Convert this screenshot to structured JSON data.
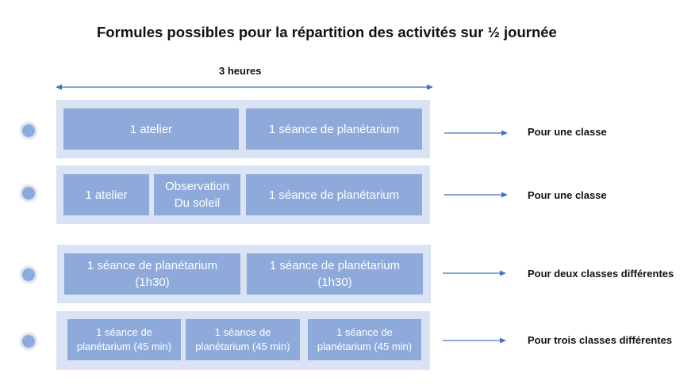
{
  "title": "Formules possibles pour la répartition des activités sur ½ journée",
  "duration_label": "3 heures",
  "colors": {
    "row_background": "#dae3f3",
    "box_fill": "#8eaadb",
    "arrow": "#4472c4"
  },
  "rows": [
    {
      "boxes": [
        {
          "line1": "1 atelier",
          "line2": ""
        },
        {
          "line1": "1 séance de planétarium",
          "line2": ""
        }
      ],
      "description": "Pour une classe"
    },
    {
      "boxes": [
        {
          "line1": "1 atelier",
          "line2": ""
        },
        {
          "line1": "Observation",
          "line2": "Du soleil"
        },
        {
          "line1": "1 séance de planétarium",
          "line2": ""
        }
      ],
      "description": "Pour une classe"
    },
    {
      "boxes": [
        {
          "line1": "1 séance de planétarium",
          "line2": "(1h30)"
        },
        {
          "line1": "1 séance de planétarium",
          "line2": "(1h30)"
        }
      ],
      "description": "Pour deux classes différentes"
    },
    {
      "boxes": [
        {
          "line1": "1 séance de",
          "line2": "planétarium (45 min)"
        },
        {
          "line1": "1 séance de",
          "line2": "planétarium (45 min)"
        },
        {
          "line1": "1 séance de",
          "line2": "planétarium (45 min)"
        }
      ],
      "description": "Pour trois classes différentes"
    }
  ]
}
